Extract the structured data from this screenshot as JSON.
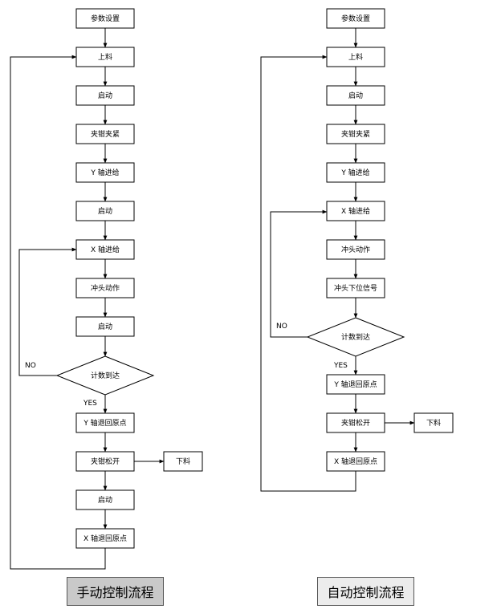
{
  "manual": {
    "title": "手动控制流程",
    "steps": {
      "param": "参数设置",
      "load": "上料",
      "start1": "启动",
      "clamp": "夹钳夹紧",
      "yfeed": "Y 轴进给",
      "start2": "启动",
      "xfeed": "X 轴进给",
      "punch": "冲头动作",
      "start3": "启动",
      "count": "计数到达",
      "yreturn": "Y 轴退回原点",
      "release": "夹钳松开",
      "unload": "下料",
      "start4": "启动",
      "xreturn": "X 轴退回原点"
    },
    "labels": {
      "no": "NO",
      "yes": "YES"
    }
  },
  "auto": {
    "title": "自动控制流程",
    "steps": {
      "param": "参数设置",
      "load": "上料",
      "start1": "启动",
      "clamp": "夹钳夹紧",
      "yfeed": "Y 轴进给",
      "xfeed": "X 轴进给",
      "punch": "冲头动作",
      "punch_down": "冲头下位信号",
      "count": "计数到达",
      "yreturn": "Y 轴退回原点",
      "release": "夹钳松开",
      "unload": "下料",
      "xreturn": "X 轴退回原点"
    },
    "labels": {
      "no": "NO",
      "yes": "YES"
    }
  }
}
